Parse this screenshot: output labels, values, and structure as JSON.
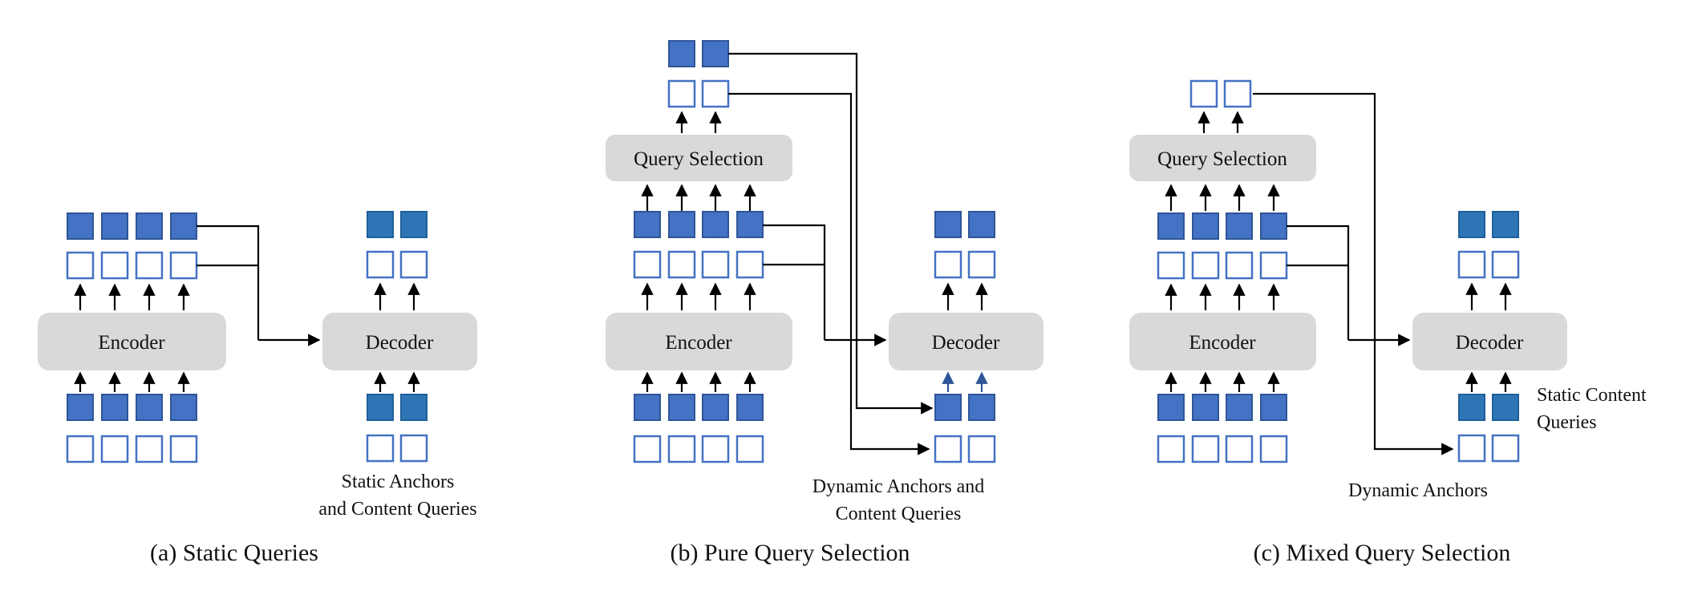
{
  "colors": {
    "filled_query": "#4472c4",
    "static_query": "#2e75b6",
    "empty_query_border": "#4472c4",
    "module_box": "#d9d9d9"
  },
  "panels": [
    {
      "modules": {
        "encoder": "Encoder",
        "decoder": "Decoder"
      },
      "note": [
        "Static Anchors",
        "and Content Queries"
      ],
      "caption": "(a) Static Queries"
    },
    {
      "modules": {
        "query_selection": "Query Selection",
        "encoder": "Encoder",
        "decoder": "Decoder"
      },
      "note": [
        "Dynamic Anchors and",
        "Content Queries"
      ],
      "caption": "(b) Pure Query Selection"
    },
    {
      "modules": {
        "query_selection": "Query Selection",
        "encoder": "Encoder",
        "decoder": "Decoder"
      },
      "note_static": [
        "Static Content",
        "Queries"
      ],
      "note_dynamic": "Dynamic Anchors",
      "caption": "(c) Mixed Query Selection"
    }
  ]
}
